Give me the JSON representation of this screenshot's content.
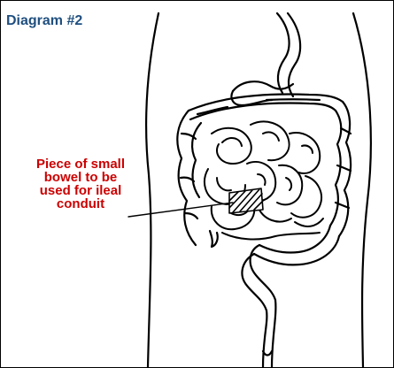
{
  "title": "Diagram #2",
  "annotation": {
    "lines": [
      "Piece of small",
      "bowel to be",
      "used for ileal",
      "conduit"
    ]
  },
  "colors": {
    "title": "#1f4f7f",
    "annotation": "#cc0000",
    "outline": "#000000",
    "background": "#ffffff"
  }
}
